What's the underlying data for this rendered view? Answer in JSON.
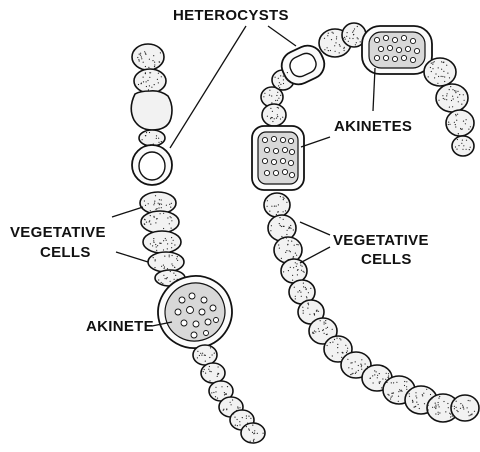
{
  "labels": {
    "heterocysts": "HETEROCYSTS",
    "akinetes": "AKINETES",
    "vegetative_left_line1": "VEGETATIVE",
    "vegetative_left_line2": "CELLS",
    "vegetative_right_line1": "VEGETATIVE",
    "vegetative_right_line2": "CELLS",
    "akinete": "AKINETE"
  }
}
